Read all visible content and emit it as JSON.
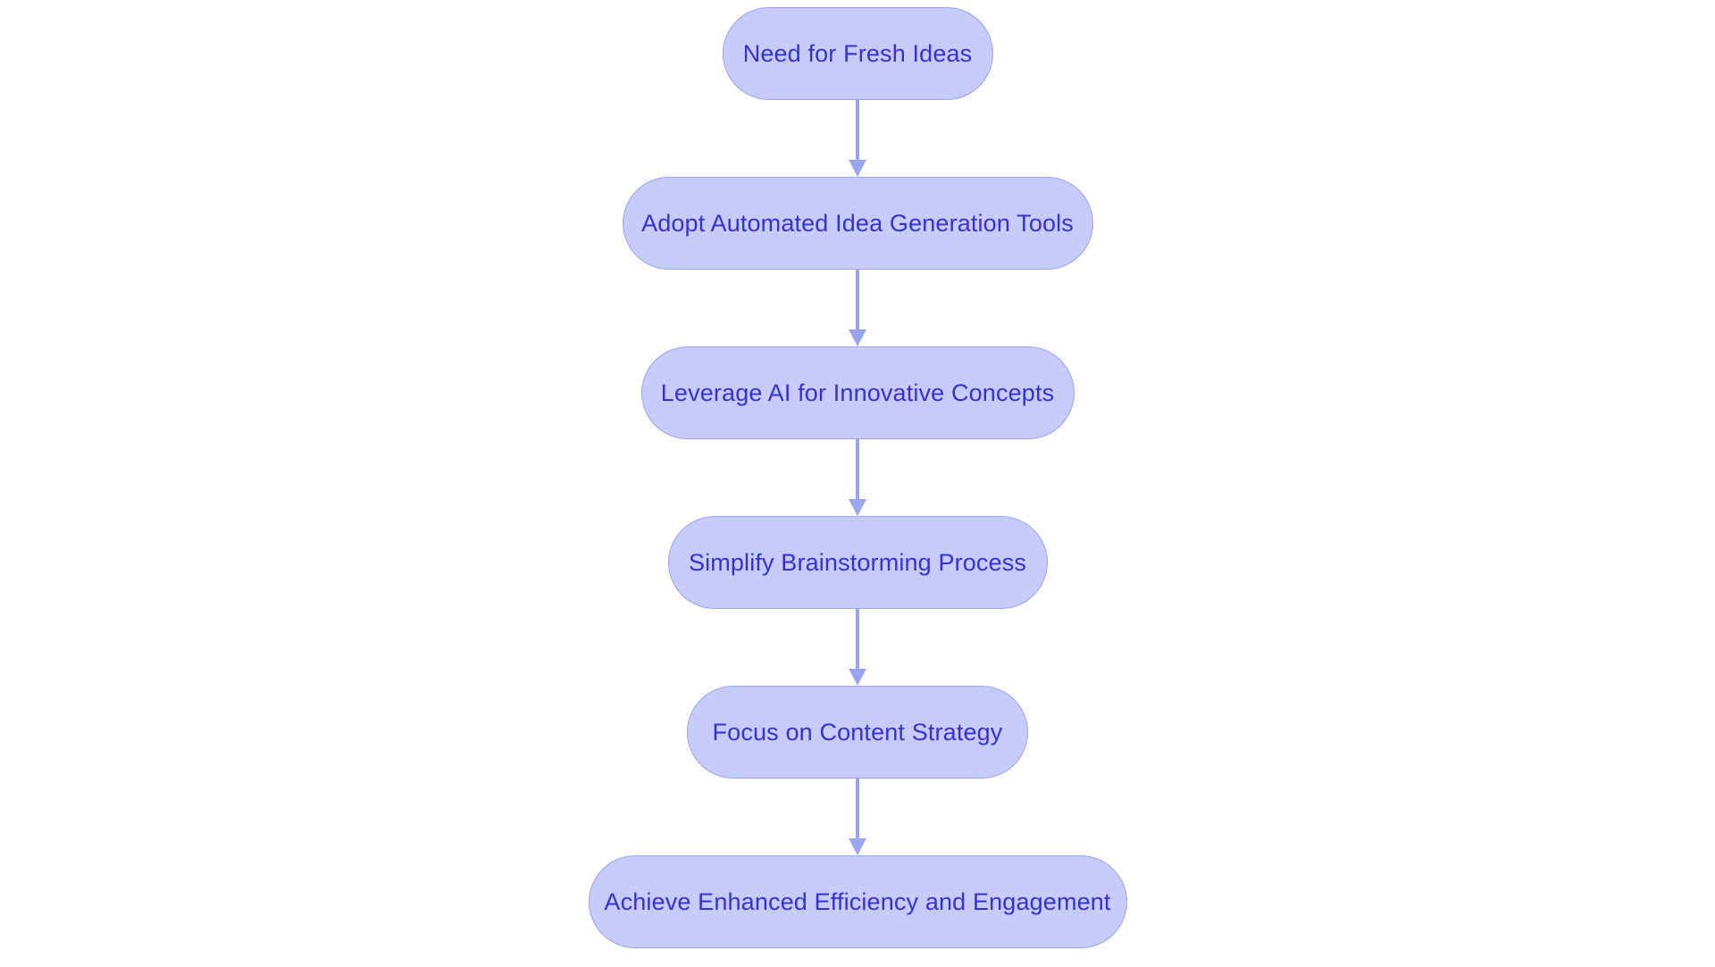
{
  "diagram": {
    "type": "flowchart",
    "orientation": "top-to-bottom",
    "title": "",
    "colors": {
      "node_fill": "#c7cbfa",
      "node_border": "#9aa5f0",
      "node_text": "#3730d8",
      "connector": "#9aa5f0",
      "background": "#ffffff"
    },
    "nodes": [
      {
        "id": "node-1",
        "label": "Need for Fresh Ideas"
      },
      {
        "id": "node-2",
        "label": "Adopt Automated Idea Generation Tools"
      },
      {
        "id": "node-3",
        "label": "Leverage AI for Innovative Concepts"
      },
      {
        "id": "node-4",
        "label": "Simplify Brainstorming Process"
      },
      {
        "id": "node-5",
        "label": "Focus on Content Strategy"
      },
      {
        "id": "node-6",
        "label": "Achieve Enhanced Efficiency and Engagement"
      }
    ],
    "edges": [
      {
        "from": "node-1",
        "to": "node-2",
        "label": "",
        "arrow": "arrow-down-icon"
      },
      {
        "from": "node-2",
        "to": "node-3",
        "label": "",
        "arrow": "arrow-down-icon"
      },
      {
        "from": "node-3",
        "to": "node-4",
        "label": "",
        "arrow": "arrow-down-icon"
      },
      {
        "from": "node-4",
        "to": "node-5",
        "label": "",
        "arrow": "arrow-down-icon"
      },
      {
        "from": "node-5",
        "to": "node-6",
        "label": "",
        "arrow": "arrow-down-icon"
      }
    ]
  }
}
